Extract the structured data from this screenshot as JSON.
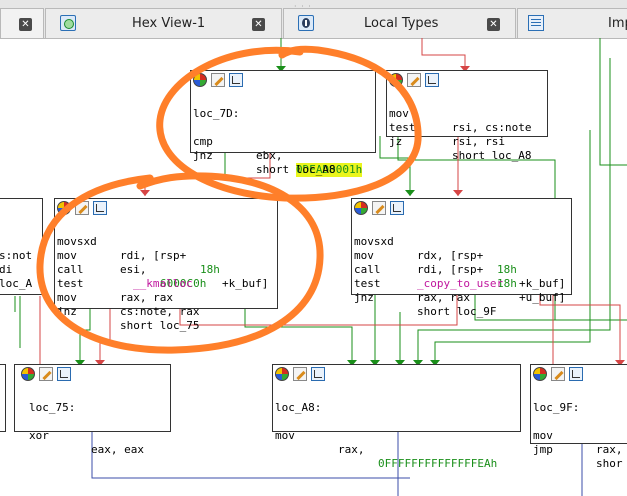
{
  "tabs": [
    {
      "label": "",
      "close": "✕",
      "icon": "close-tab-icon"
    },
    {
      "label": "Hex View-1",
      "close": "✕",
      "icon": "hex-view-icon"
    },
    {
      "label": "Local Types",
      "close": "✕",
      "icon": "local-types-icon"
    },
    {
      "label": "Imp",
      "icon": "imports-icon"
    }
  ],
  "nodes": {
    "loc_7d": {
      "label": "loc_7D:",
      "rows": [
        {
          "mn": "cmp",
          "op1": "ebx, ",
          "op2": "0DEAD0001h"
        },
        {
          "mn": "jnz",
          "op1": "short loc_A8"
        }
      ]
    },
    "top_right": {
      "rows": [
        {
          "mn": "mov",
          "op1": "rsi, cs:note"
        },
        {
          "mn": "test",
          "op1": "rsi, rsi"
        },
        {
          "mn": "jz",
          "op1": "short loc_A8"
        }
      ]
    },
    "kmalloc_block": {
      "rows": [
        {
          "mn": "movsxd",
          "a": "rdi, [rsp+",
          "b": "18h",
          "c": "+k_buf]"
        },
        {
          "mn": "mov",
          "a": "esi, ",
          "b": "6000C0h"
        },
        {
          "mn": "call",
          "fn": "__kmalloc"
        },
        {
          "mn": "test",
          "a": "rax, rax"
        },
        {
          "mn": "mov",
          "a": "cs:note, rax"
        },
        {
          "mn": "jnz",
          "a": "short loc_75"
        }
      ]
    },
    "copy_block": {
      "rows": [
        {
          "mn": "movsxd",
          "a": "rdx, [rsp+",
          "b": "18h",
          "c": "+k_buf]"
        },
        {
          "mn": "mov",
          "a": "rdi, [rsp+",
          "b": "18h",
          "c": "+u_buf]"
        },
        {
          "mn": "call",
          "fn": "_copy_to_user"
        },
        {
          "mn": "test",
          "a": "rax, rax"
        },
        {
          "mn": "jnz",
          "a": "short loc_9F"
        }
      ]
    },
    "left_partial": {
      "rows": [
        "s:not",
        "di",
        "loc_A"
      ]
    },
    "loc_75": {
      "label": "loc_75:",
      "rows": [
        {
          "mn": "xor",
          "op1": "eax, eax"
        }
      ]
    },
    "loc_a8": {
      "label": "loc_A8:",
      "rows": [
        {
          "mn": "mov",
          "op1": "rax, ",
          "op2": "0FFFFFFFFFFFFFFEAh"
        }
      ]
    },
    "loc_9f": {
      "label": "loc_9F:",
      "rows": [
        {
          "mn": "mov",
          "op1": "rax,"
        },
        {
          "mn": "jmp",
          "op1": "shor"
        }
      ]
    }
  },
  "colors": {
    "true_edge": "#1a8f1a",
    "false_edge": "#d64545",
    "jump_edge": "#3b4ea8",
    "annotation": "#ff7f2a",
    "highlight": "#eaf51c"
  }
}
